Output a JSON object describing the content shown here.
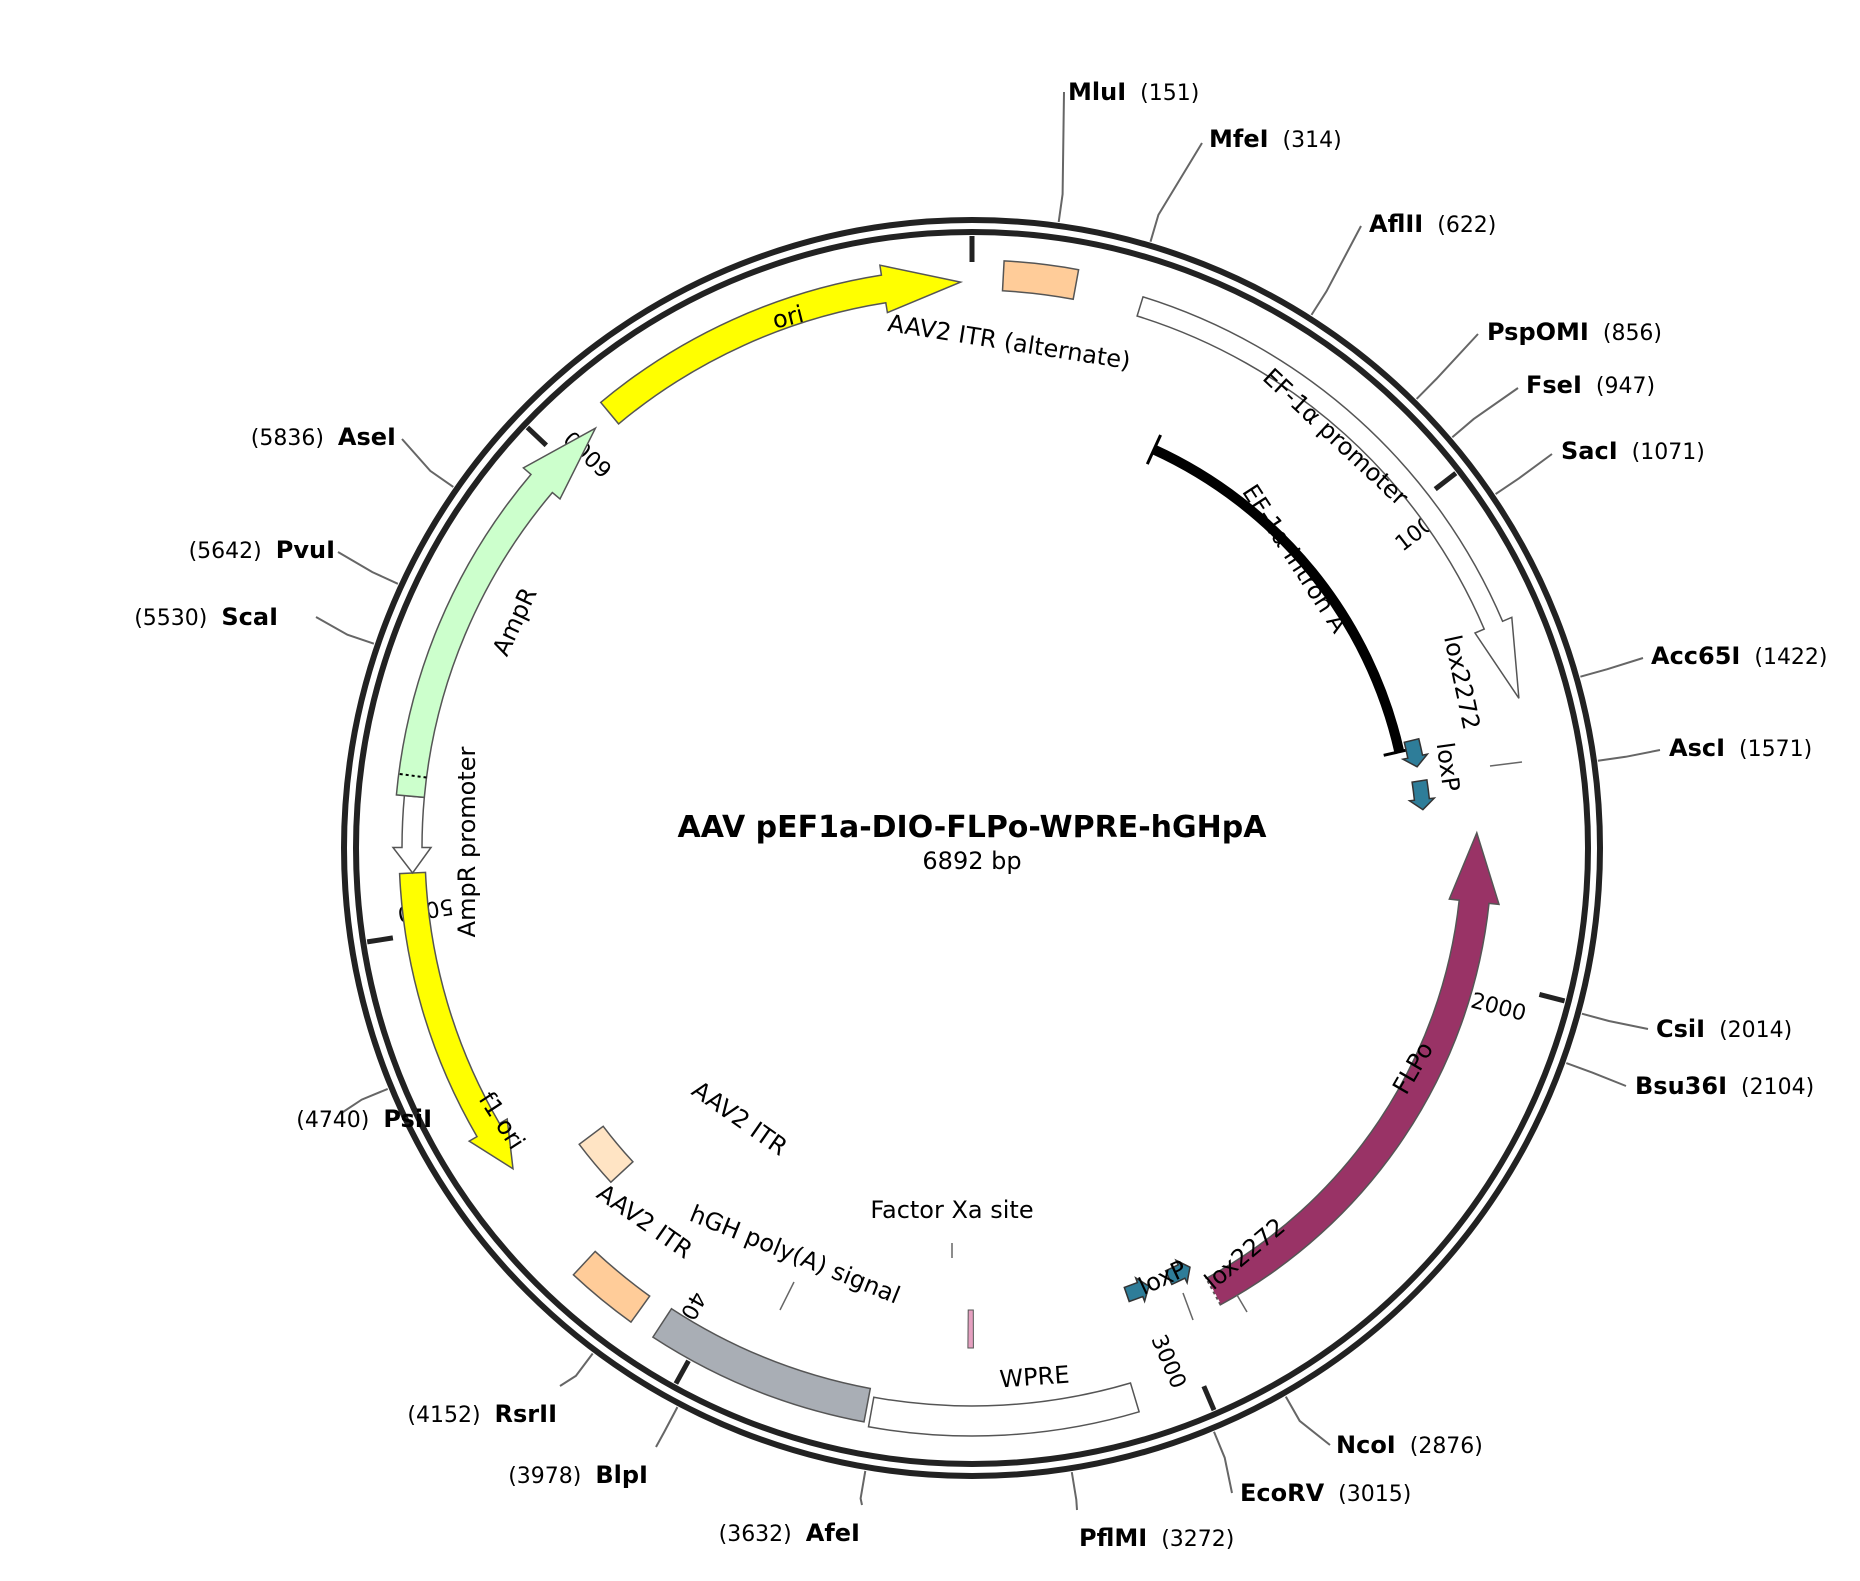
{
  "plasmid": {
    "name": "AAV pEF1a-DIO-FLPo-WPRE-hGHpA",
    "size_label": "6892 bp",
    "length": 6892
  },
  "colors": {
    "ori": "#ffff00",
    "itr": "#ffcc99",
    "itr_light": "#ffe4c4",
    "promoter": "#ffffff",
    "ampr": "#ccffcc",
    "lox": "#2e7d99",
    "flpo": "#993366",
    "polya": "#a9aeb5",
    "xa": "#e5a0c0",
    "intron": "#000000",
    "backbone": "#222222"
  },
  "ticks": [
    {
      "pos": 0,
      "label": ""
    },
    {
      "pos": 1000,
      "label": "1000"
    },
    {
      "pos": 2000,
      "label": "2000"
    },
    {
      "pos": 3000,
      "label": "3000"
    },
    {
      "pos": 4000,
      "label": "4000"
    },
    {
      "pos": 5000,
      "label": "5000"
    },
    {
      "pos": 6000,
      "label": "6000"
    }
  ],
  "restriction_sites": [
    {
      "name": "MluI",
      "pos": "(151)",
      "side": "right"
    },
    {
      "name": "MfeI",
      "pos": "(314)",
      "side": "right"
    },
    {
      "name": "AflII",
      "pos": "(622)",
      "side": "right"
    },
    {
      "name": "PspOMI",
      "pos": "(856)",
      "side": "right"
    },
    {
      "name": "FseI",
      "pos": "(947)",
      "side": "right"
    },
    {
      "name": "SacI",
      "pos": "(1071)",
      "side": "right"
    },
    {
      "name": "Acc65I",
      "pos": "(1422)",
      "side": "right"
    },
    {
      "name": "AscI",
      "pos": "(1571)",
      "side": "right"
    },
    {
      "name": "CsiI",
      "pos": "(2014)",
      "side": "right"
    },
    {
      "name": "Bsu36I",
      "pos": "(2104)",
      "side": "right"
    },
    {
      "name": "NcoI",
      "pos": "(2876)",
      "side": "right"
    },
    {
      "name": "EcoRV",
      "pos": "(3015)",
      "side": "right"
    },
    {
      "name": "PflMI",
      "pos": "(3272)",
      "side": "right"
    },
    {
      "name": "AfeI",
      "pos": "(3632)",
      "side": "left"
    },
    {
      "name": "BlpI",
      "pos": "(3978)",
      "side": "left"
    },
    {
      "name": "RsrII",
      "pos": "(4152)",
      "side": "left"
    },
    {
      "name": "PsiI",
      "pos": "(4740)",
      "side": "left"
    },
    {
      "name": "ScaI",
      "pos": "(5530)",
      "side": "left"
    },
    {
      "name": "PvuI",
      "pos": "(5642)",
      "side": "left"
    },
    {
      "name": "AseI",
      "pos": "(5836)",
      "side": "left"
    }
  ],
  "features": [
    {
      "name": "ori",
      "label": "ori"
    },
    {
      "name": "aav2-itr-alternate",
      "label": "AAV2 ITR (alternate)"
    },
    {
      "name": "ef1a-promoter",
      "label": "EF-1α promoter"
    },
    {
      "name": "ef1a-intron-a",
      "label": "EF-1α intron A"
    },
    {
      "name": "lox2272-top",
      "label": "lox2272"
    },
    {
      "name": "loxp-top",
      "label": "loxP"
    },
    {
      "name": "flpo",
      "label": "FLPo"
    },
    {
      "name": "lox2272-bottom",
      "label": "lox2272"
    },
    {
      "name": "loxp-bottom",
      "label": "loxP"
    },
    {
      "name": "wpre",
      "label": "WPRE"
    },
    {
      "name": "factor-xa-site",
      "label": "Factor Xa site"
    },
    {
      "name": "hgh-polya",
      "label": "hGH poly(A) signal"
    },
    {
      "name": "aav2-itr-lower",
      "label": "AAV2 ITR"
    },
    {
      "name": "aav2-itr-inner",
      "label": "AAV2 ITR"
    },
    {
      "name": "f1-ori",
      "label": "f1 ori"
    },
    {
      "name": "ampr-promoter",
      "label": "AmpR promoter"
    },
    {
      "name": "ampr",
      "label": "AmpR"
    }
  ]
}
